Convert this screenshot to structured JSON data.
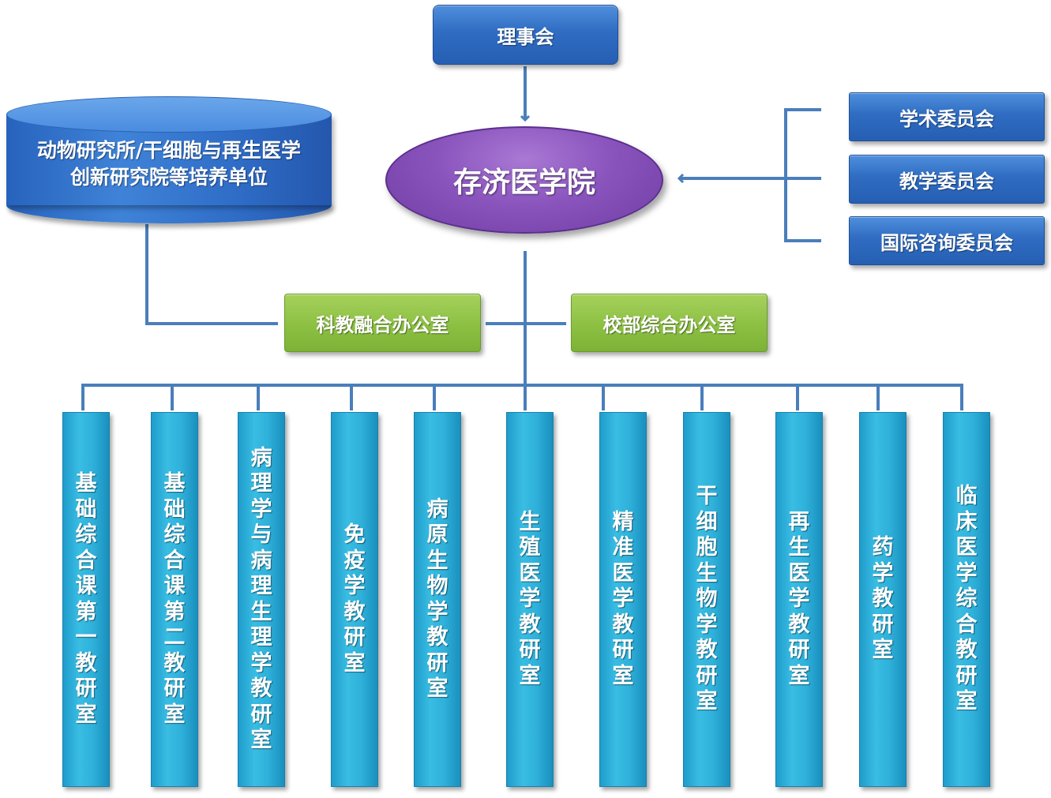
{
  "board": {
    "label": "理事会"
  },
  "college": {
    "label": "存济医学院"
  },
  "training_units": {
    "line1": "动物研究所/干细胞与再生医学",
    "line2": "创新研究院等培养单位"
  },
  "committees": [
    {
      "label": "学术委员会"
    },
    {
      "label": "教学委员会"
    },
    {
      "label": "国际咨询委员会"
    }
  ],
  "offices": {
    "left": {
      "label": "科教融合办公室"
    },
    "right": {
      "label": "校部综合办公室"
    }
  },
  "departments": [
    {
      "label": "基础综合课第一教研室"
    },
    {
      "label": "基础综合课第二教研室"
    },
    {
      "label": "病理学与病理生理学教研室"
    },
    {
      "label": "免疫学教研室"
    },
    {
      "label": "病原生物学教研室"
    },
    {
      "label": "生殖医学教研室"
    },
    {
      "label": "精准医学教研室"
    },
    {
      "label": "干细胞生物学教研室"
    },
    {
      "label": "再生医学教研室"
    },
    {
      "label": "药学教研室"
    },
    {
      "label": "临床医学综合教研室"
    }
  ],
  "colors": {
    "connector": "#4a7ebb",
    "board_box": "#2f6cc2",
    "college_ellipse": "#8a54bd",
    "office_box": "#8cc043",
    "department_box": "#2eb0da"
  }
}
